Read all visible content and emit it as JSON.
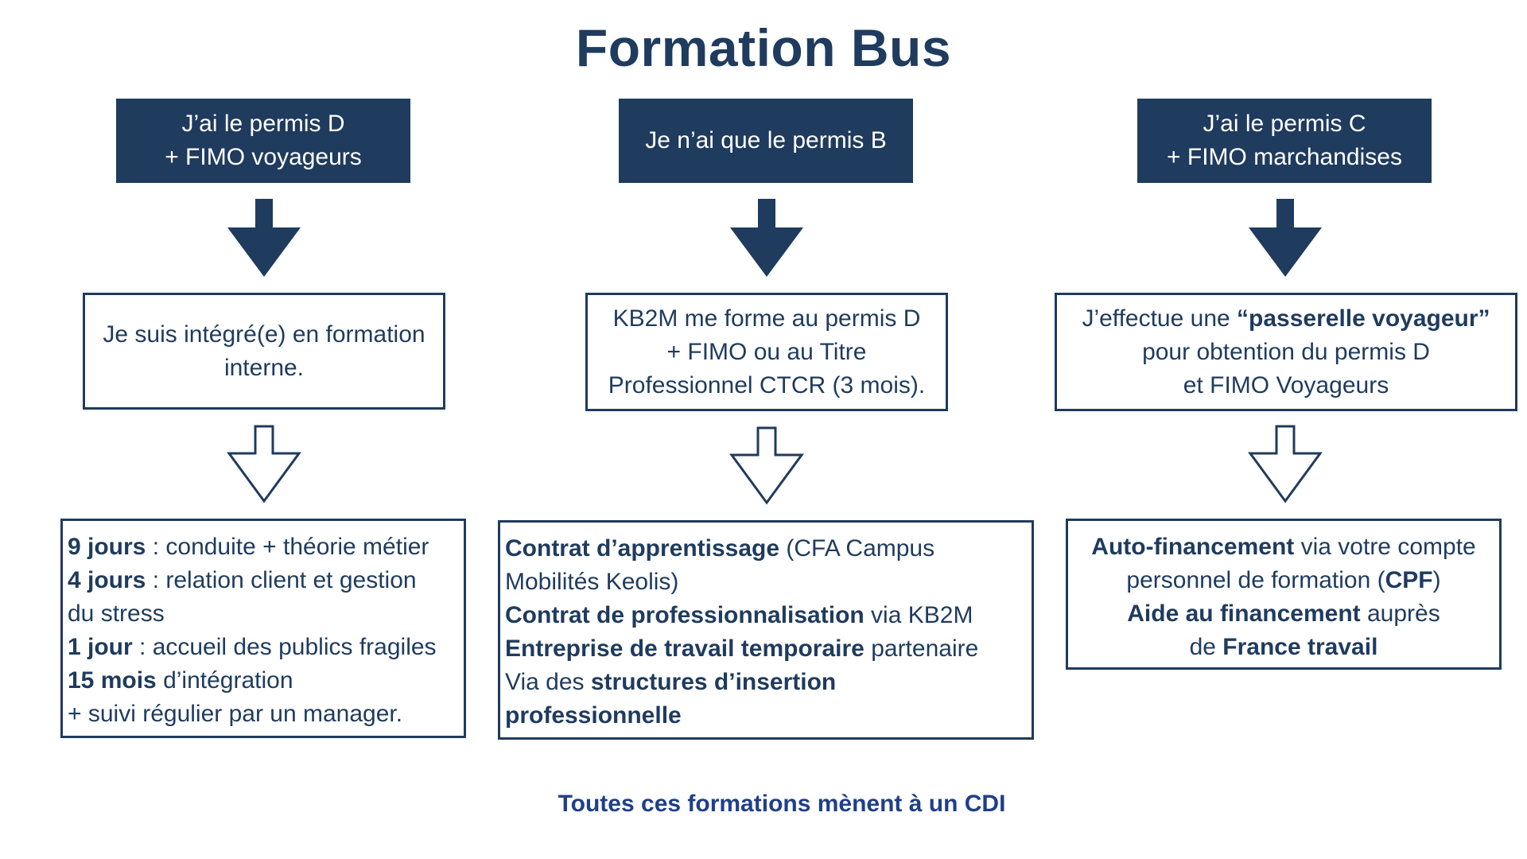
{
  "title": "Formation Bus",
  "colors": {
    "primary": "#1f3b5e",
    "footer": "#1f3f8a",
    "background": "#ffffff"
  },
  "columns": [
    {
      "header": [
        "J’ai le permis D",
        "+ FIMO voyageurs"
      ],
      "middle": [
        "Je suis intégré(e) en formation",
        "interne."
      ],
      "bottom": [
        [
          {
            "b": "9 jours"
          },
          {
            "t": " : conduite + théorie métier"
          }
        ],
        [
          {
            "b": "4 jours"
          },
          {
            "t": " : relation client et gestion"
          }
        ],
        [
          {
            "t": "du stress"
          }
        ],
        [
          {
            "b": "1 jour"
          },
          {
            "t": " : accueil des publics fragiles"
          }
        ],
        [
          {
            "b": "15 mois"
          },
          {
            "t": " d’intégration"
          }
        ],
        [
          {
            "t": "+ suivi régulier par un manager."
          }
        ]
      ]
    },
    {
      "header": [
        "Je n’ai que le permis B"
      ],
      "middle": [
        "KB2M me forme au permis D",
        "+ FIMO ou au Titre",
        "Professionnel CTCR (3 mois)."
      ],
      "bottom": [
        [
          {
            "b": "Contrat d’apprentissage"
          },
          {
            "t": " (CFA Campus"
          }
        ],
        [
          {
            "t": "Mobilités Keolis)"
          }
        ],
        [
          {
            "b": "Contrat de professionnalisation"
          },
          {
            "t": " via KB2M"
          }
        ],
        [
          {
            "b": "Entreprise de travail temporaire"
          },
          {
            "t": " partenaire"
          }
        ],
        [
          {
            "t": "Via des "
          },
          {
            "b": "structures d’insertion"
          }
        ],
        [
          {
            "b": "professionnelle"
          }
        ]
      ]
    },
    {
      "header": [
        "J’ai le permis C",
        "+ FIMO marchandises"
      ],
      "middle": [
        [
          {
            "t": "J’effectue une "
          },
          {
            "b": "“passerelle voyageur”"
          }
        ],
        [
          {
            "t": "pour obtention du permis D"
          }
        ],
        [
          {
            "t": "et FIMO Voyageurs"
          }
        ]
      ],
      "bottom": [
        [
          {
            "b": "Auto-financement"
          },
          {
            "t": " via votre compte"
          }
        ],
        [
          {
            "t": "personnel de formation ("
          },
          {
            "b": "CPF"
          },
          {
            "t": ")"
          }
        ],
        [
          {
            "b": "Aide au financement"
          },
          {
            "t": " auprès"
          }
        ],
        [
          {
            "t": "de "
          },
          {
            "b": "France travail"
          }
        ]
      ]
    }
  ],
  "footer": "Toutes ces formations mènent à un CDI",
  "icons": {
    "solid_arrow": "arrow-down-solid-icon",
    "outline_arrow": "arrow-down-outline-icon"
  }
}
